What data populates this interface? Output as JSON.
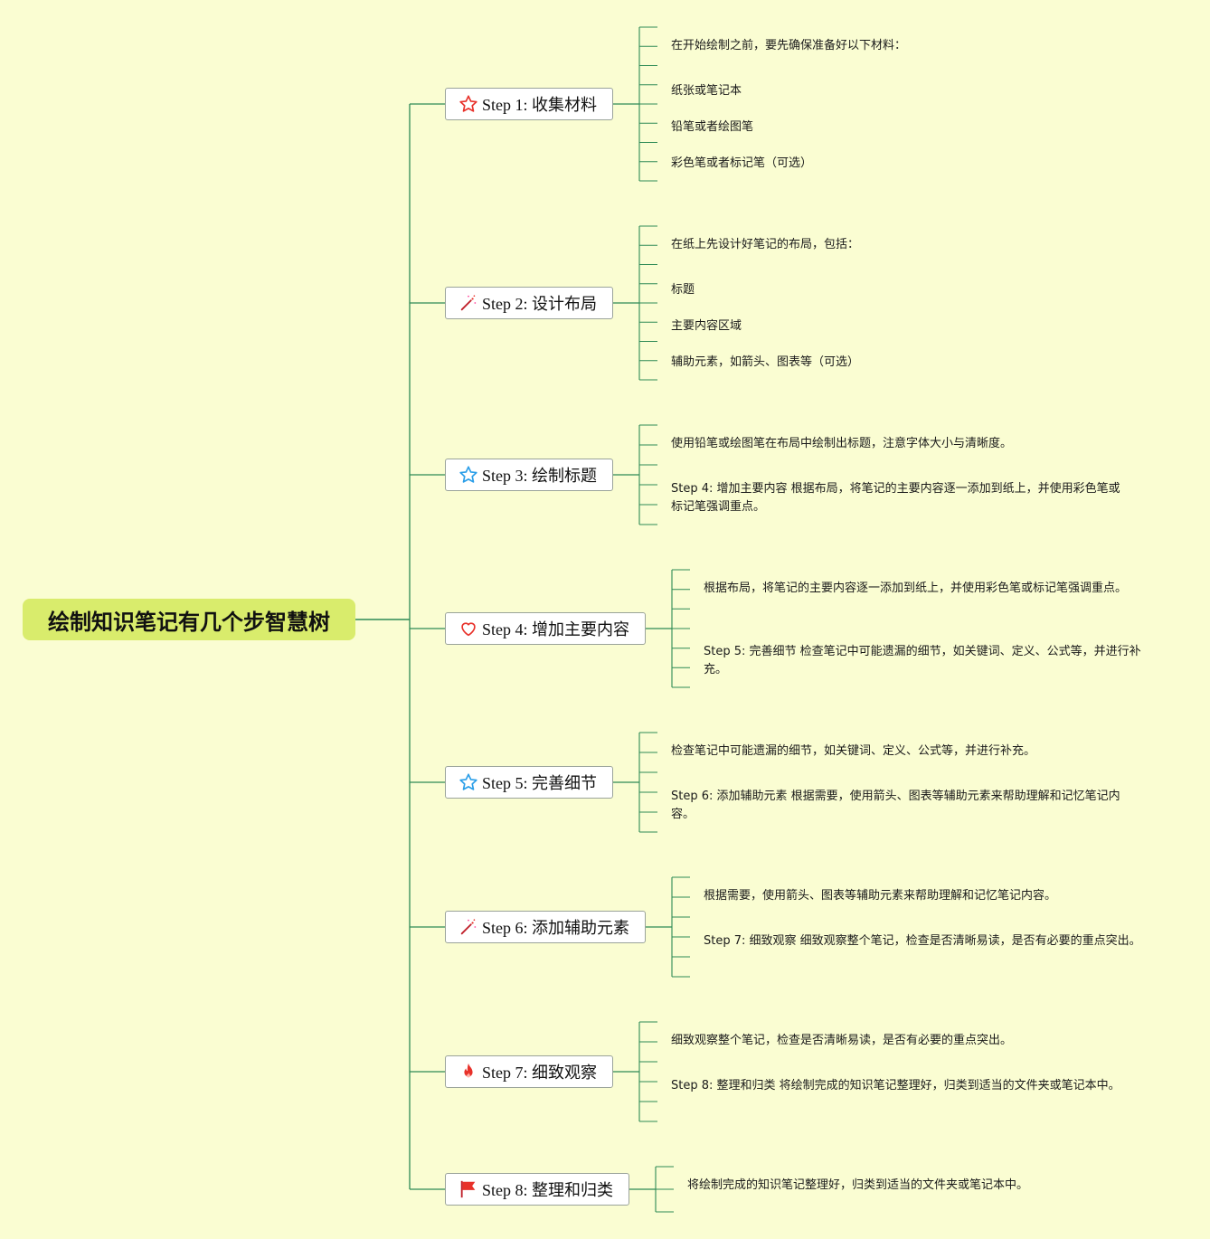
{
  "root": {
    "title": "绘制知识笔记有几个步智慧树"
  },
  "branches": [
    {
      "label": "Step 1: 收集材料",
      "icon": "star-outline-red-icon",
      "leaves": [
        "在开始绘制之前，要先确保准备好以下材料：",
        "纸张或笔记本",
        "铅笔或者绘图笔",
        "彩色笔或者标记笔（可选）"
      ]
    },
    {
      "label": "Step 2: 设计布局",
      "icon": "magic-wand-icon",
      "leaves": [
        "在纸上先设计好笔记的布局，包括：",
        "标题",
        "主要内容区域",
        "辅助元素，如箭头、图表等（可选）"
      ]
    },
    {
      "label": "Step 3: 绘制标题",
      "icon": "star-outline-blue-icon",
      "leaves": [
        "使用铅笔或绘图笔在布局中绘制出标题，注意字体大小与清晰度。",
        "Step 4: 增加主要内容 根据布局，将笔记的主要内容逐一添加到纸上，并使用彩色笔或标记笔强调重点。"
      ]
    },
    {
      "label": "Step 4: 增加主要内容",
      "icon": "heart-outline-icon",
      "leaves": [
        "根据布局，将笔记的主要内容逐一添加到纸上，并使用彩色笔或标记笔强调重点。",
        "Step 5: 完善细节 检查笔记中可能遗漏的细节，如关键词、定义、公式等，并进行补充。"
      ]
    },
    {
      "label": "Step 5: 完善细节",
      "icon": "star-outline-blue-icon",
      "leaves": [
        "检查笔记中可能遗漏的细节，如关键词、定义、公式等，并进行补充。",
        "Step 6: 添加辅助元素 根据需要，使用箭头、图表等辅助元素来帮助理解和记忆笔记内容。"
      ]
    },
    {
      "label": "Step 6: 添加辅助元素",
      "icon": "magic-wand-icon",
      "leaves": [
        "根据需要，使用箭头、图表等辅助元素来帮助理解和记忆笔记内容。",
        "Step 7: 细致观察 细致观察整个笔记，检查是否清晰易读，是否有必要的重点突出。"
      ]
    },
    {
      "label": "Step 7: 细致观察",
      "icon": "fire-icon",
      "leaves": [
        "细致观察整个笔记，检查是否清晰易读，是否有必要的重点突出。",
        "Step 8: 整理和归类 将绘制完成的知识笔记整理好，归类到适当的文件夹或笔记本中。"
      ]
    },
    {
      "label": "Step 8: 整理和归类",
      "icon": "red-flag-icon",
      "leaves": [
        "将绘制完成的知识笔记整理好，归类到适当的文件夹或笔记本中。"
      ]
    }
  ],
  "colors": {
    "background": "#fafdd2",
    "root_fill": "#d9ec6c",
    "line": "#2d8a55",
    "red": "#e8312a",
    "blue": "#2a9ee8"
  }
}
